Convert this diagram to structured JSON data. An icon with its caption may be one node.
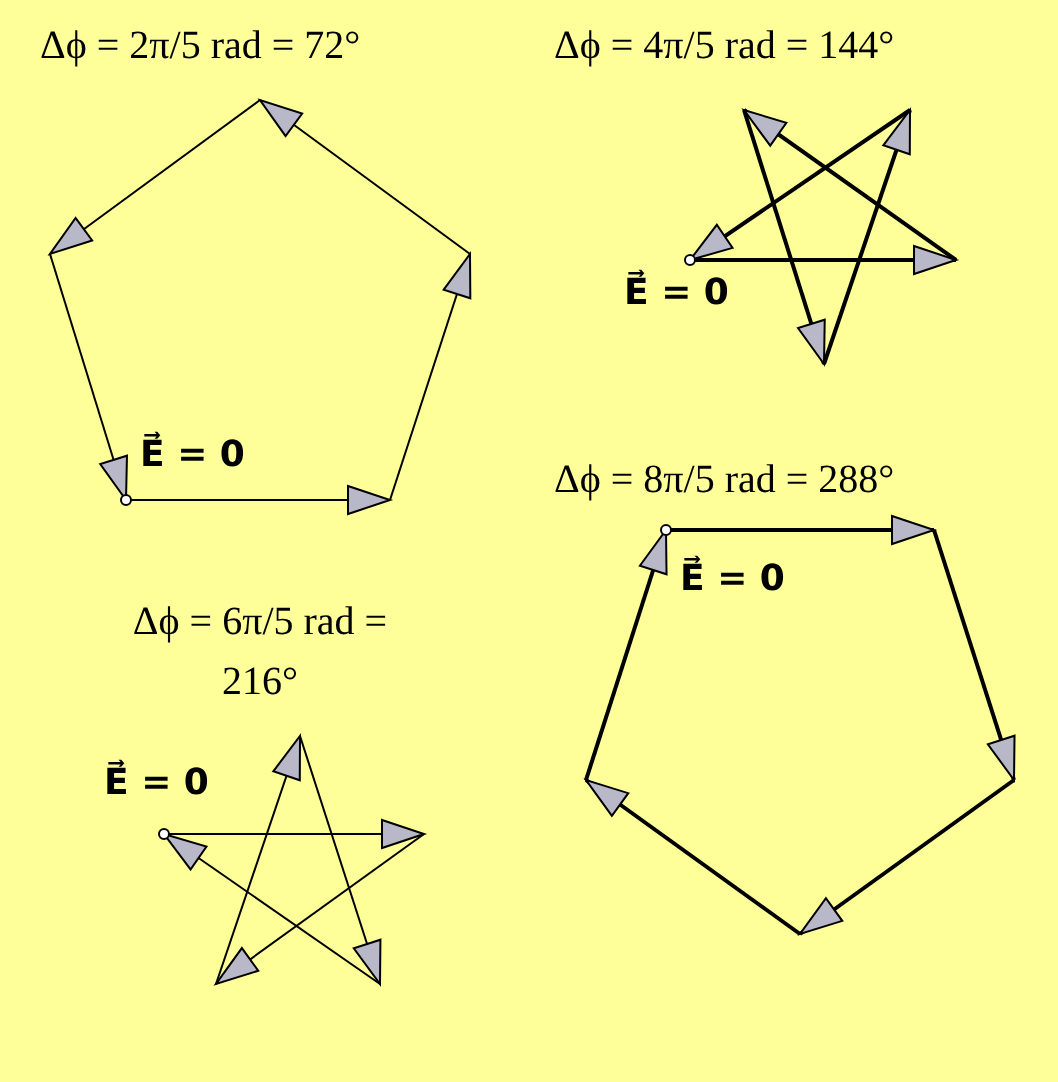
{
  "diagram": {
    "labels": [
      "Δϕ = 2π/5 rad = 72°",
      "Δϕ = 4π/5 rad = 144°",
      "E⃗ = 0",
      "E⃗ = 0",
      "Δϕ = 8π/5 rad = 288°",
      "E⃗ = 0",
      "Δϕ = 6π/5 rad = 216°",
      "E⃗ = 0"
    ]
  }
}
